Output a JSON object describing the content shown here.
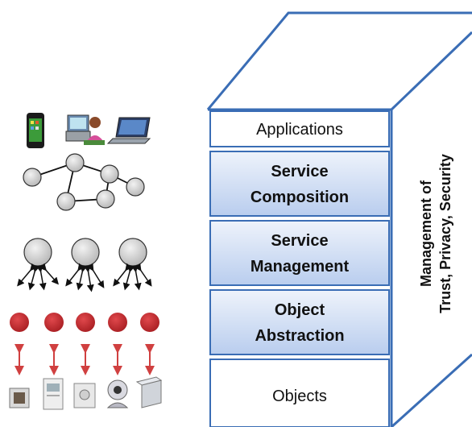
{
  "layers": {
    "applications": {
      "line1": "Applications"
    },
    "service_composition": {
      "line1": "Service",
      "line2": "Composition"
    },
    "service_management": {
      "line1": "Service",
      "line2": "Management"
    },
    "object_abstraction": {
      "line1": "Object",
      "line2": "Abstraction"
    },
    "objects": {
      "line1": "Objects"
    }
  },
  "side_panel": {
    "line1": "Management of",
    "line2": "Trust, Privacy, Security"
  },
  "colors": {
    "frame_blue": "#3a6db5",
    "layer_fill_top": "#eef3fb",
    "layer_fill_bottom": "#b9cdee",
    "node_gray": "#c8c8c8",
    "node_red": "#c0282c",
    "arrow_red": "#d04040"
  },
  "icons": {
    "row1": [
      "smartphone-icon",
      "desktop-user-icon",
      "laptop-icon"
    ],
    "row5": [
      "sensor-icon",
      "thermostat-icon",
      "motion-detector-icon",
      "webcam-icon",
      "storage-device-icon"
    ]
  }
}
